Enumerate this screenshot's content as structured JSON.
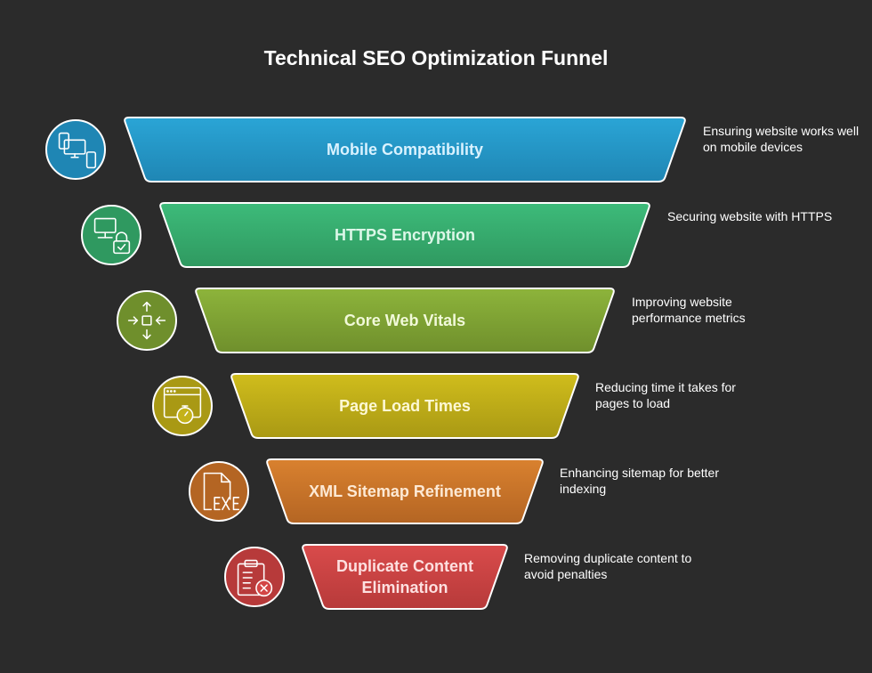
{
  "title": "Technical SEO Optimization Funnel",
  "stages": [
    {
      "label_lines": [
        "Mobile Compatibility"
      ],
      "description": "Ensuring website works well on mobile devices",
      "icon": "devices-icon",
      "color": "#2aa5d6",
      "color_dark": "#1f86b4",
      "text_color": "#d9f2ff"
    },
    {
      "label_lines": [
        "HTTPS Encryption"
      ],
      "description": "Securing website with HTTPS",
      "icon": "secure-computer-lock-icon",
      "color": "#3dbb7a",
      "color_dark": "#2f9960",
      "text_color": "#dcf7e8"
    },
    {
      "label_lines": [
        "Core Web Vitals"
      ],
      "description": "Improving website performance metrics",
      "icon": "arrows-inward-icon",
      "color": "#8db43b",
      "color_dark": "#6f8f2c",
      "text_color": "#f1f9d9"
    },
    {
      "label_lines": [
        "Page Load Times"
      ],
      "description": "Reducing time it takes for pages to load",
      "icon": "browser-stopwatch-icon",
      "color": "#d0bd1c",
      "color_dark": "#a99914",
      "text_color": "#fdf8d4"
    },
    {
      "label_lines": [
        "XML Sitemap Refinement"
      ],
      "description": "Enhancing sitemap for better indexing",
      "icon": "exe-file-icon",
      "color": "#d9812f",
      "color_dark": "#b46523",
      "text_color": "#fde9d4"
    },
    {
      "label_lines": [
        "Duplicate Content",
        "Elimination"
      ],
      "description": "Removing duplicate content to avoid penalties",
      "icon": "clipboard-remove-icon",
      "color": "#d94b4b",
      "color_dark": "#b73a3a",
      "text_color": "#fde0e0"
    }
  ]
}
